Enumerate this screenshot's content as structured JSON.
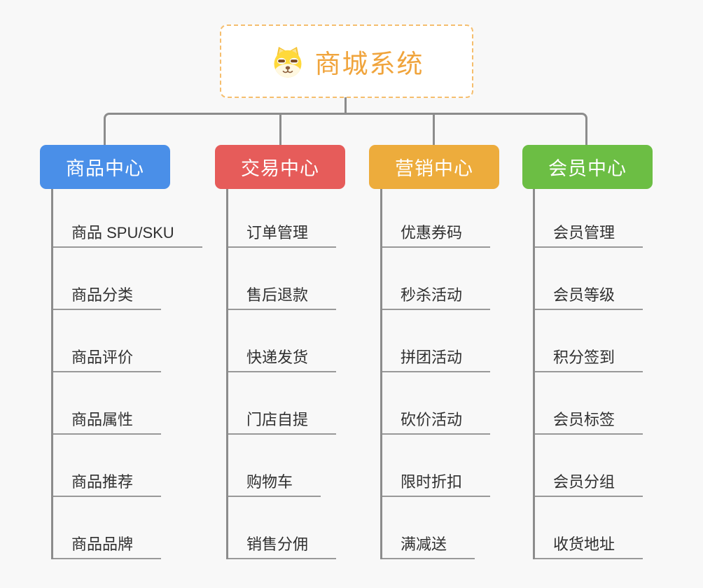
{
  "root": {
    "title": "商城系统",
    "icon": "dog-face-icon",
    "title_color": "#F0A43C",
    "border_color": "#F5BE6E"
  },
  "branches": [
    {
      "label": "商品中心",
      "color": "#4A8FE8",
      "items": [
        "商品 SPU/SKU",
        "商品分类",
        "商品评价",
        "商品属性",
        "商品推荐",
        "商品品牌"
      ]
    },
    {
      "label": "交易中心",
      "color": "#E65C5A",
      "items": [
        "订单管理",
        "售后退款",
        "快递发货",
        "门店自提",
        "购物车",
        "销售分佣"
      ]
    },
    {
      "label": "营销中心",
      "color": "#EDAC3C",
      "items": [
        "优惠券码",
        "秒杀活动",
        "拼团活动",
        "砍价活动",
        "限时折扣",
        "满减送"
      ]
    },
    {
      "label": "会员中心",
      "color": "#6CBE44",
      "items": [
        "会员管理",
        "会员等级",
        "积分签到",
        "会员标签",
        "会员分组",
        "收货地址"
      ]
    }
  ],
  "colors": {
    "background": "#F8F8F8",
    "connector": "#8C8C8C",
    "underline": "#999999",
    "item_text": "#303030"
  }
}
